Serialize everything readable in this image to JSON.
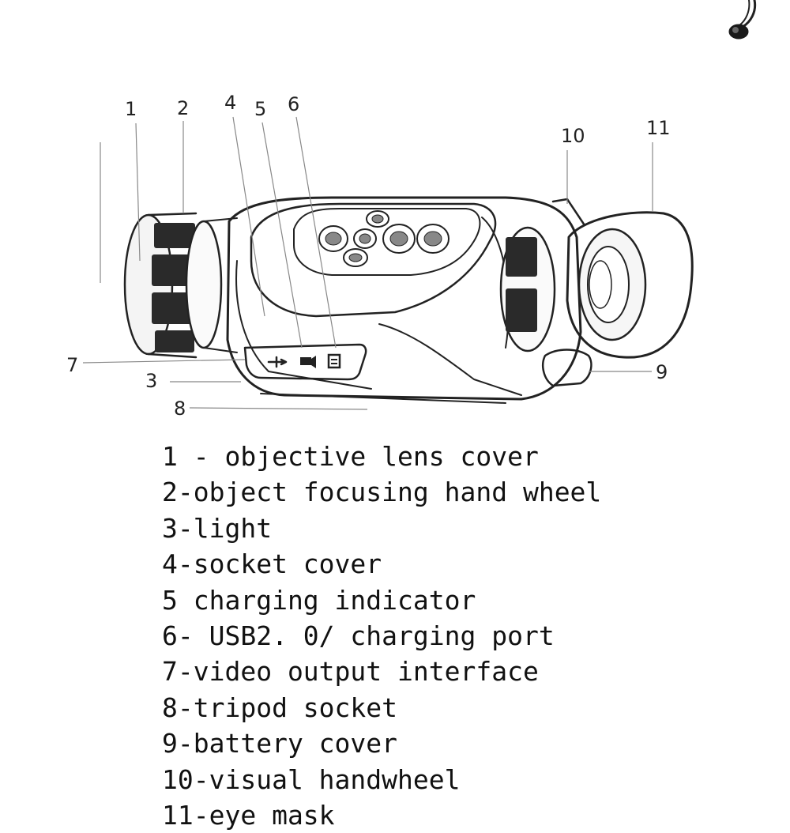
{
  "callouts": [
    {
      "id": "1",
      "label": "1"
    },
    {
      "id": "2",
      "label": "2"
    },
    {
      "id": "3",
      "label": "3"
    },
    {
      "id": "4",
      "label": "4"
    },
    {
      "id": "5",
      "label": "5"
    },
    {
      "id": "6",
      "label": "6"
    },
    {
      "id": "7",
      "label": "7"
    },
    {
      "id": "8",
      "label": "8"
    },
    {
      "id": "9",
      "label": "9"
    },
    {
      "id": "10",
      "label": "10"
    },
    {
      "id": "11",
      "label": "11"
    }
  ],
  "legend": [
    "1 - objective lens cover",
    "2-object focusing hand wheel",
    "3-light",
    "4-socket cover",
    "5 charging indicator",
    "6- USB2. 0/ charging port",
    "7-video output interface",
    "8-tripod socket",
    "9-battery cover",
    "10-visual handwheel",
    "11-eye mask"
  ],
  "port_icons": [
    "usb-icon",
    "video-out-icon",
    "charging-port-icon"
  ]
}
